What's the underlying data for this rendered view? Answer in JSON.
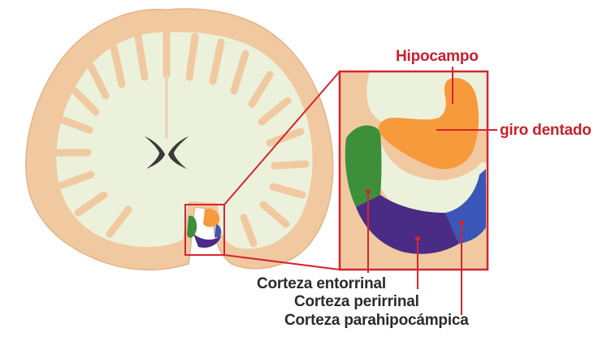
{
  "labels": {
    "hippocampus": "Hipocampo",
    "dentate_gyrus": "giro dentado",
    "entorhinal": "Corteza entorrinal",
    "perirhinal": "Corteza perirrinal",
    "parahippocampal": "Corteza parahipocámpica"
  },
  "colors": {
    "cortex": "#f1c9a0",
    "white_matter": "#ecf1dc",
    "ventricle": "#3a3a3a",
    "hippocampus": "#f79a3c",
    "entorhinal": "#3e8f3a",
    "perirhinal": "#4a2c86",
    "parahippocampal": "#3a56b8",
    "callout_lines": "#d5252f"
  }
}
